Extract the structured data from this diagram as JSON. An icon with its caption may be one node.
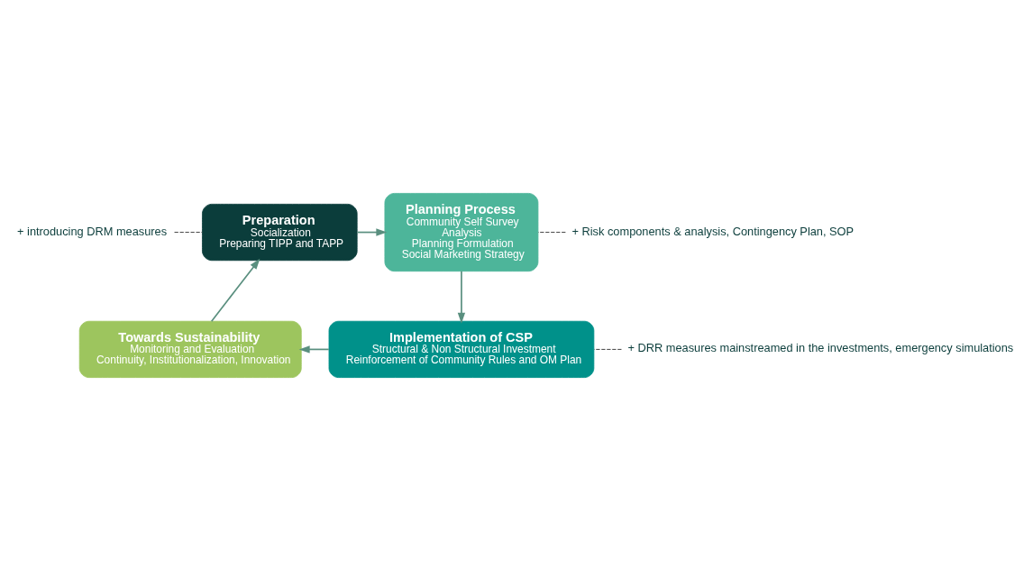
{
  "diagram": {
    "nodes": [
      {
        "text": [
          "Preparation",
          "Socialization",
          "Preparing TIPP and TAPP"
        ]
      },
      {
        "text": [
          "Planning Process",
          "Community Self Survey",
          "Analysis",
          "Planning Formulation",
          "Social Marketing Strategy"
        ]
      },
      {
        "text": [
          "Implementation of CSP",
          "Structural & Non Structural Investment",
          "Reinforcement of Community Rules and OM Plan"
        ]
      },
      {
        "text": [
          "Towards Sustainability",
          "Monitoring and Evaluation",
          "Continuity, Institutionalization, Innovation"
        ]
      },
      {
        "text": [
          "+ introducing DRM measures"
        ]
      },
      {
        "text": [
          "+ Risk components & analysis, Contingency Plan, SOP"
        ]
      },
      {
        "text": [
          "+ DRR measures mainstreamed in the investments, emergency simulations"
        ]
      }
    ],
    "edges": [
      {
        "from": 0,
        "to": 1,
        "arrow": "to"
      },
      {
        "from": 1,
        "to": 2,
        "arrow": "to"
      },
      {
        "from": 2,
        "to": 3,
        "arrow": "to"
      },
      {
        "from": 3,
        "to": 0,
        "arrow": "to"
      },
      {
        "from": 4,
        "to": 0,
        "arrow": "none",
        "style": "dashed",
        "color": "#222222"
      },
      {
        "from": 5,
        "to": 1,
        "arrow": "none",
        "style": "dashed",
        "color": "#222222"
      },
      {
        "from": 6,
        "to": 2,
        "arrow": "none",
        "style": "dashed",
        "color": "#222222"
      }
    ]
  }
}
